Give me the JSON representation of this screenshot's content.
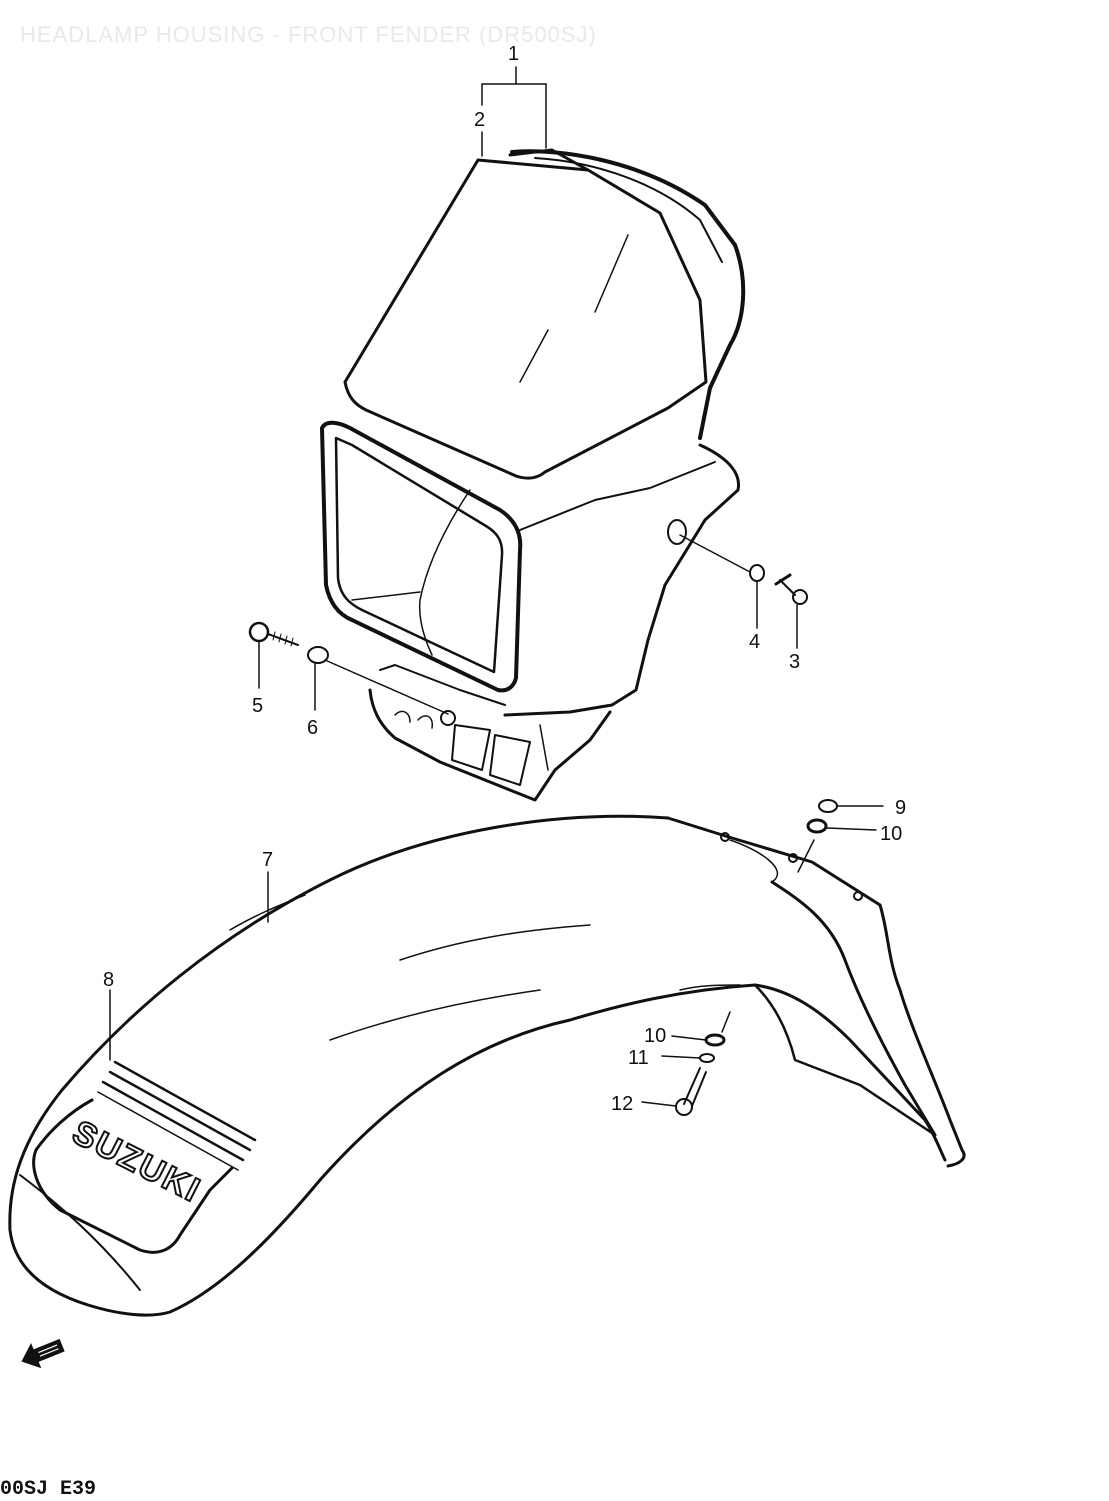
{
  "header": {
    "title": "HEADLAMP HOUSING - FRONT FENDER (DR500SJ)"
  },
  "footer": {
    "code": "00SJ E39"
  },
  "fender_logo": "SUZUKI",
  "callouts": {
    "c1": "1",
    "c2": "2",
    "c3": "3",
    "c4": "4",
    "c5": "5",
    "c6": "6",
    "c7": "7",
    "c8": "8",
    "c9": "9",
    "c10a": "10",
    "c10b": "10",
    "c11": "11",
    "c12": "12"
  },
  "colors": {
    "ink": "#111111",
    "paper": "#ffffff",
    "faded_title": "#e9e9e9"
  },
  "icons": {
    "direction_arrow": "front-direction-arrow-icon"
  }
}
